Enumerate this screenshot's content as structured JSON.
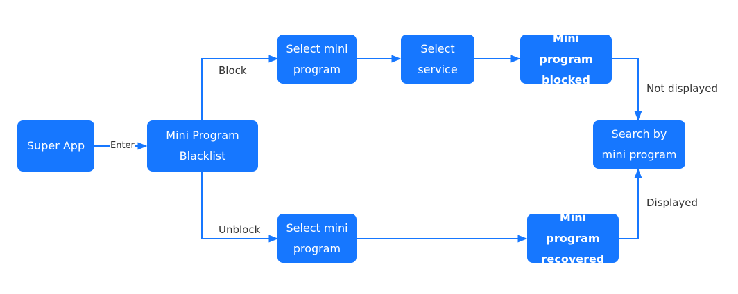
{
  "colors": {
    "node": "#1677ff",
    "edge": "#1677ff",
    "text": "#ffffff",
    "label": "#333333"
  },
  "nodes": {
    "super_app": "Super App",
    "blacklist": "Mini Program Blacklist",
    "select_mini_top": "Select mini program",
    "select_service": "Select service",
    "mp_blocked": "Mini program blocked",
    "search": "Search by mini program",
    "select_mini_bottom": "Select mini program",
    "mp_recovered": "Mini program recovered"
  },
  "edges": {
    "enter": "Enter",
    "block": "Block",
    "unblock": "Unblock",
    "not_displayed": "Not displayed",
    "displayed": "Displayed"
  }
}
